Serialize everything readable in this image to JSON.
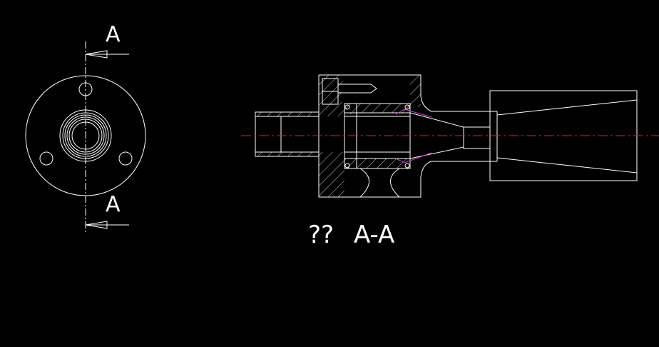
{
  "drawing": {
    "section_marker_top": "A",
    "section_marker_bottom": "A",
    "section_caption_prefix": "??",
    "section_caption_label": "A-A"
  },
  "colors": {
    "background": "#000000",
    "geometry": "#ffffff",
    "centerline": "#c8282d",
    "highlight": "#d040d0"
  }
}
